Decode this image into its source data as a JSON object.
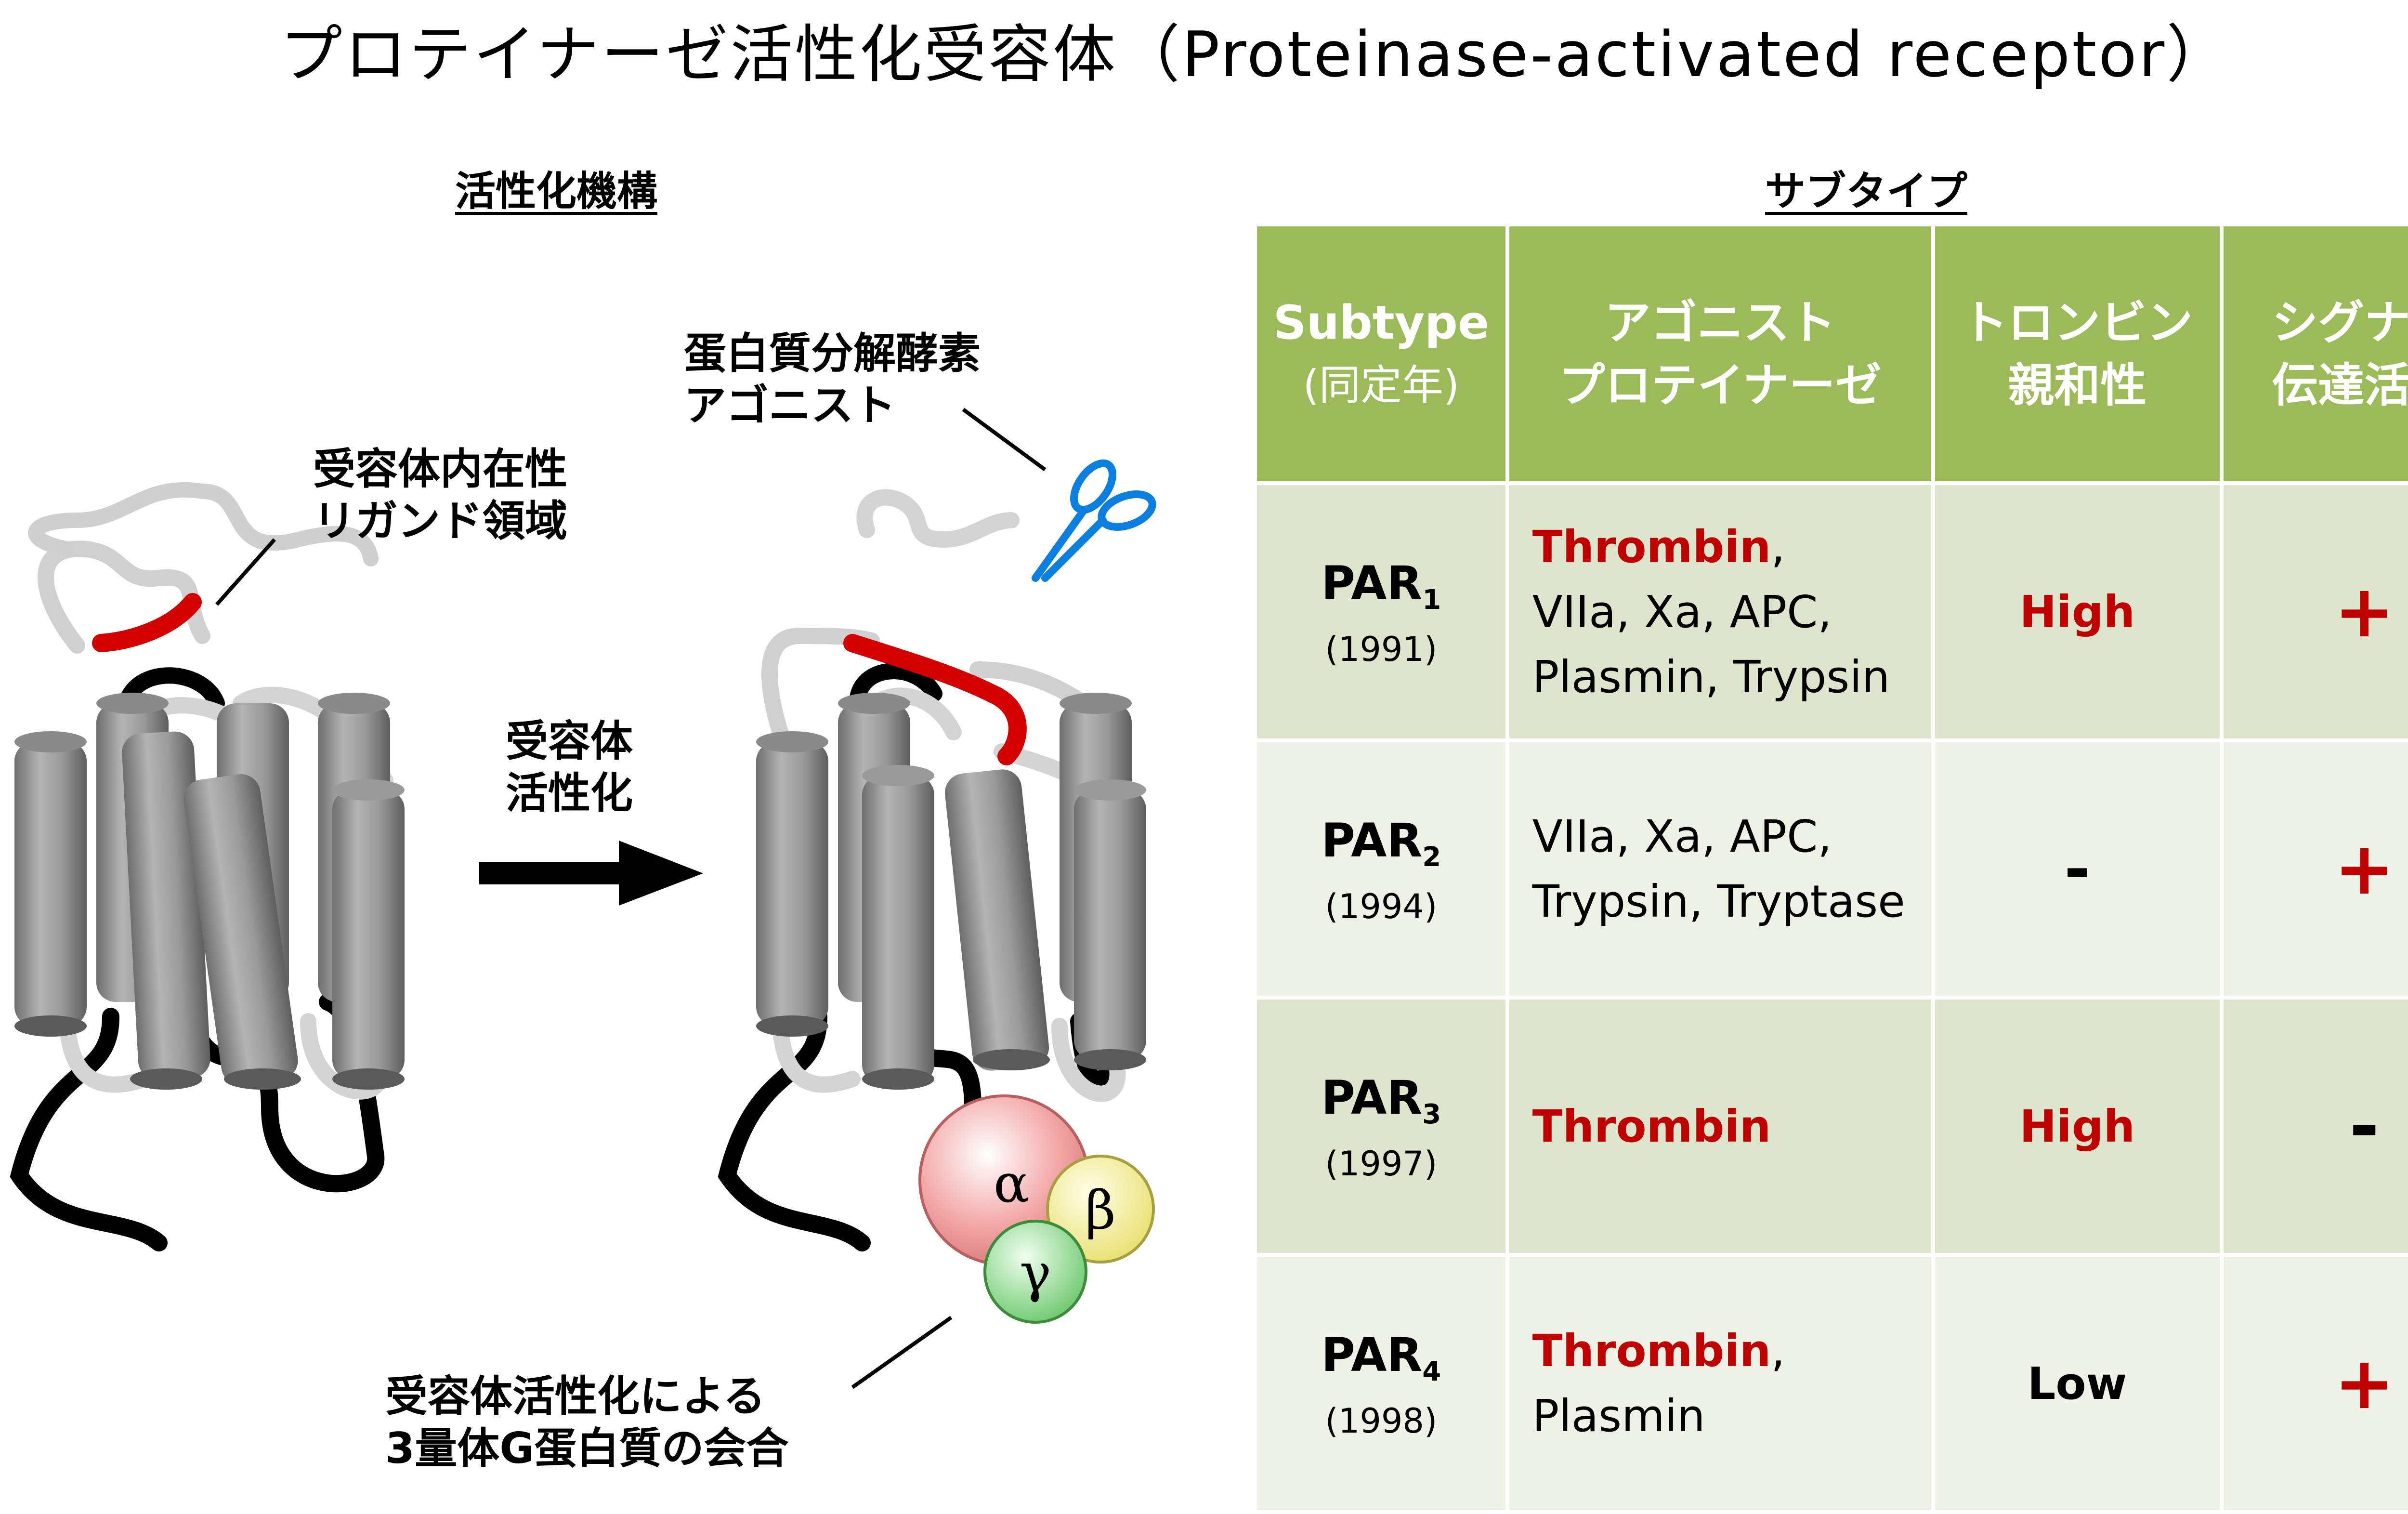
{
  "title": "プロテイナーゼ活性化受容体（Proteinase-activated receptor）",
  "left": {
    "heading": "活性化機構",
    "ligand_label": [
      "受容体内在性",
      "リガンド領域"
    ],
    "protease_label": [
      "蛋白質分解酵素",
      "アゴニスト"
    ],
    "activation_label": [
      "受容体",
      "活性化"
    ],
    "gprotein_label": [
      "受容体活性化による",
      "3量体G蛋白質の会合"
    ],
    "alpha": "α",
    "beta": "β",
    "gamma": "γ"
  },
  "right": {
    "heading": "サブタイプ",
    "headers": {
      "subtype": "Subtype",
      "subtype_sub": "(同定年)",
      "agonist_1": "アゴニスト",
      "agonist_2": "プロテイナーゼ",
      "thrombin_1": "トロンビン",
      "thrombin_2": "親和性",
      "signal_1": "シグナル",
      "signal_2": "伝達活性"
    },
    "rows": [
      {
        "name": "PAR",
        "sub": "1",
        "year": "(1991)",
        "ag_red": "Thrombin",
        "ag_line1_tail": ",",
        "ag_line2": "VIIa, Xa, APC,",
        "ag_line3": "Plasmin, Trypsin",
        "affinity": "High",
        "signal": "+"
      },
      {
        "name": "PAR",
        "sub": "2",
        "year": "(1994)",
        "ag_line1": "VIIa, Xa, APC,",
        "ag_line2": "Trypsin, Tryptase",
        "affinity": "-",
        "signal": "+"
      },
      {
        "name": "PAR",
        "sub": "3",
        "year": "(1997)",
        "ag_red": "Thrombin",
        "affinity": "High",
        "signal": "-"
      },
      {
        "name": "PAR",
        "sub": "4",
        "year": "(1998)",
        "ag_red": "Thrombin",
        "ag_line1_tail": ",",
        "ag_line2": "Plasmin",
        "affinity": "Low",
        "signal": "+"
      }
    ]
  },
  "colors": {
    "header_green": "#9bbb59",
    "row_dark": "#dde6cc",
    "row_light": "#eef2e6",
    "accent_red": "#c00000",
    "scissors_blue": "#0a7fe0"
  }
}
